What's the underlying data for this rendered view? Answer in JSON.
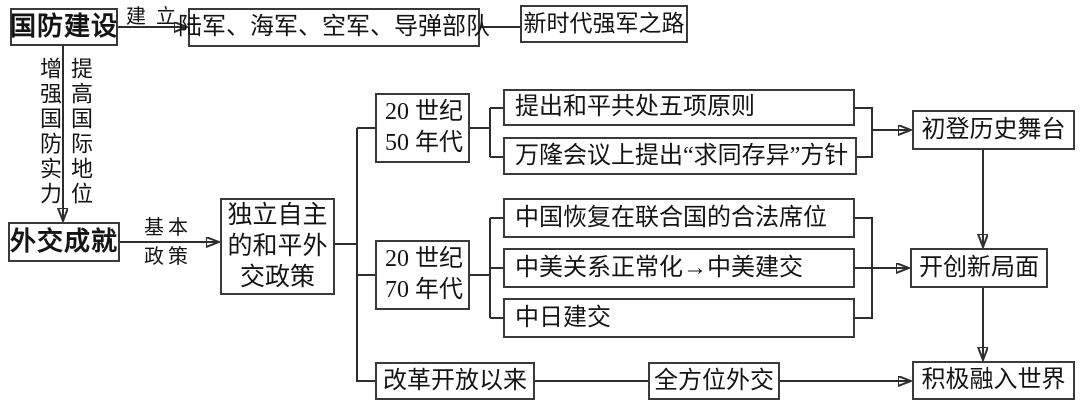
{
  "colors": {
    "background": "#ffffff",
    "line": "#2e2e2e",
    "border": "#3a3a3a",
    "text": "#141414"
  },
  "defense": {
    "root_label": "国防建设",
    "edge_label": "建立",
    "forces_label": "陆军、海军、空军、导弹部队",
    "outcome_label": "新时代强军之路",
    "note_left": "增强国防实力",
    "note_right": "提高国际地位"
  },
  "diplomacy": {
    "root_label": "外交成就",
    "edge_label": {
      "line1": "基本",
      "line2": "政策"
    },
    "policy": {
      "line1": "独立自主",
      "line2": "的和平外",
      "line3": "交政策"
    },
    "era_1950s": {
      "period": {
        "line1": "20 世纪",
        "line2": "50 年代"
      },
      "events": [
        "提出和平共处五项原则",
        "万隆会议上提出“求同存异”方针"
      ],
      "result_label": "初登历史舞台"
    },
    "era_1970s": {
      "period": {
        "line1": "20 世纪",
        "line2": "70 年代"
      },
      "events": [
        "中国恢复在联合国的合法席位",
        "中美关系正常化→中美建交",
        "中日建交"
      ],
      "result_label": "开创新局面"
    },
    "era_reform": {
      "period_label": "改革开放以来",
      "approach_label": "全方位外交",
      "result_label": "积极融入世界"
    }
  }
}
